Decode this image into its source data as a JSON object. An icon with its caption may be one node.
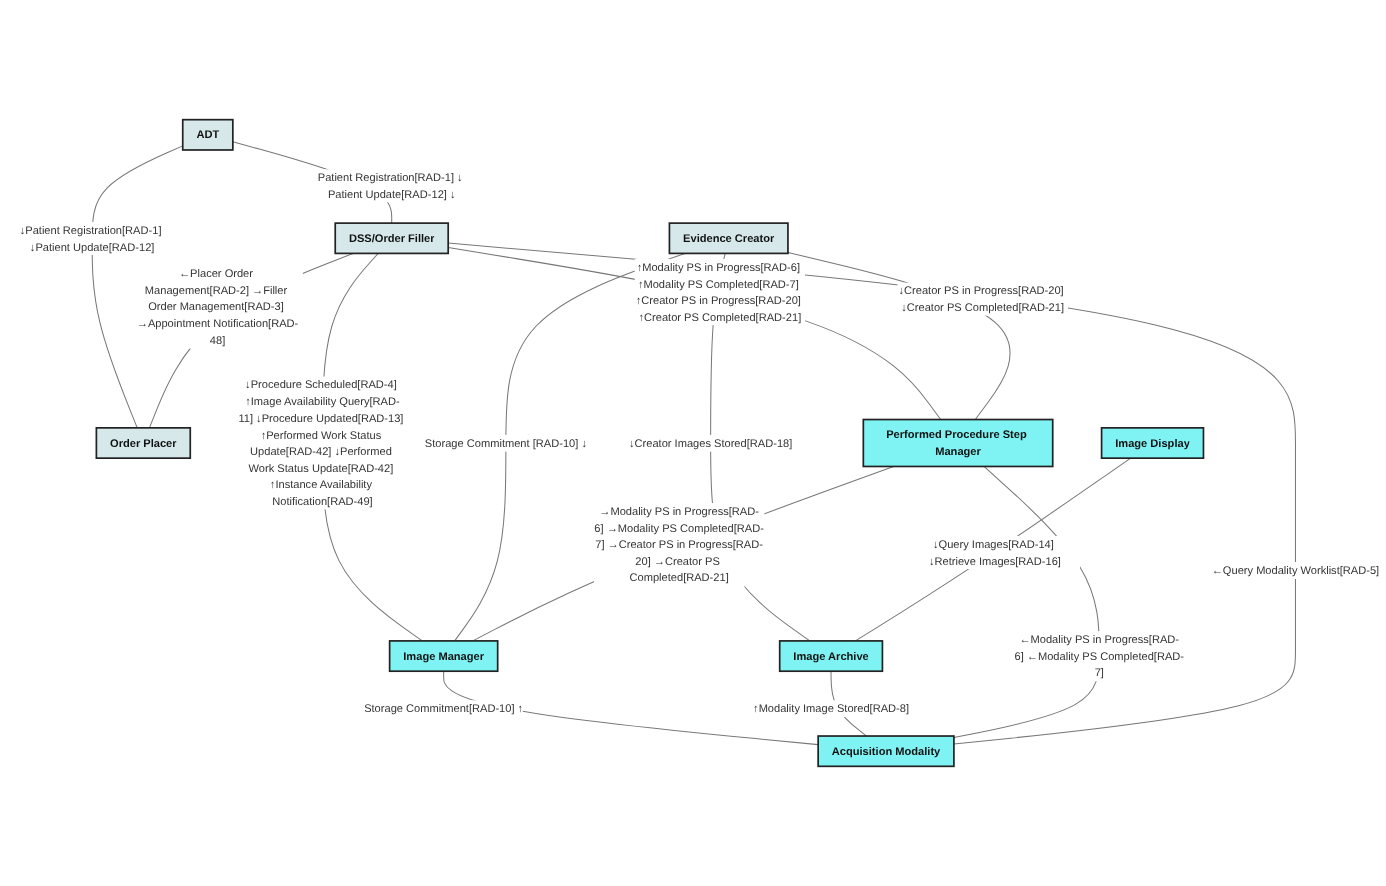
{
  "diagram": {
    "nodes": [
      {
        "text": [
          "ADT"
        ]
      },
      {
        "text": [
          "DSS/Order Filler"
        ]
      },
      {
        "text": [
          "Order Placer"
        ]
      },
      {
        "text": [
          "Evidence Creator"
        ]
      },
      {
        "text": [
          "Image Display"
        ]
      },
      {
        "text": [
          "Performed Procedure Step Manager"
        ]
      },
      {
        "text": [
          "Image Manager"
        ]
      },
      {
        "text": [
          "Image Archive"
        ]
      },
      {
        "text": [
          "Acquisition Modality"
        ]
      }
    ],
    "edges": [
      {
        "from": 0,
        "to": 1,
        "arrow": "none",
        "label": "Patient Registration[RAD-1] ↓ Patient Update[RAD-12] ↓"
      },
      {
        "from": 0,
        "to": 2,
        "arrow": "none",
        "label": "↓Patient Registration[RAD-1] ↓Patient Update[RAD-12]"
      },
      {
        "from": 1,
        "to": 2,
        "arrow": "none",
        "label": "←Placer Order Management[RAD-2] →Filler Order Management[RAD-3] →Appointment Notification[RAD-48]"
      },
      {
        "from": 1,
        "to": 5,
        "arrow": "none",
        "label": "↑Modality PS in Progress[RAD-6] ↑Modality PS Completed[RAD-7] ↑Creator PS in Progress[RAD-20] ↑Creator PS Completed[RAD-21]"
      },
      {
        "from": 1,
        "to": 6,
        "arrow": "none",
        "label": "↓Procedure Scheduled[RAD-4] ↑Image Availability Query[RAD-11] ↓Procedure Updated[RAD-13] ↑Performed Work Status Update[RAD-42] ↓Performed Work Status Update[RAD-42] ↑Instance Availability Notification[RAD-49]"
      },
      {
        "from": 3,
        "to": 5,
        "arrow": "none",
        "label": "↓Creator PS in Progress[RAD-20] ↓Creator PS Completed[RAD-21]"
      },
      {
        "from": 3,
        "to": 6,
        "arrow": "none",
        "label": "Storage Commitment [RAD-10] ↓"
      },
      {
        "from": 3,
        "to": 7,
        "arrow": "none",
        "label": "↓Creator Images Stored[RAD-18]"
      },
      {
        "from": 4,
        "to": 7,
        "arrow": "none",
        "label": "↓Query Images[RAD-14] ↓Retrieve Images[RAD-16]"
      },
      {
        "from": 5,
        "to": 6,
        "arrow": "none",
        "label": "→Modality PS in Progress[RAD-6] →Modality PS Completed[RAD-7] →Creator PS in Progress[RAD-20] →Creator PS Completed[RAD-21]"
      },
      {
        "from": 6,
        "to": 8,
        "arrow": "none",
        "label": "Storage Commitment[RAD-10] ↑"
      },
      {
        "from": 7,
        "to": 8,
        "arrow": "none",
        "label": "↑Modality Image Stored[RAD-8]"
      },
      {
        "from": 5,
        "to": 8,
        "arrow": "none",
        "label": "←Modality PS in Progress[RAD-6] ←Modality PS Completed[RAD-7]"
      },
      {
        "from": 1,
        "to": 8,
        "arrow": "none",
        "label": "←Query Modality Worklist[RAD-5]"
      }
    ]
  }
}
